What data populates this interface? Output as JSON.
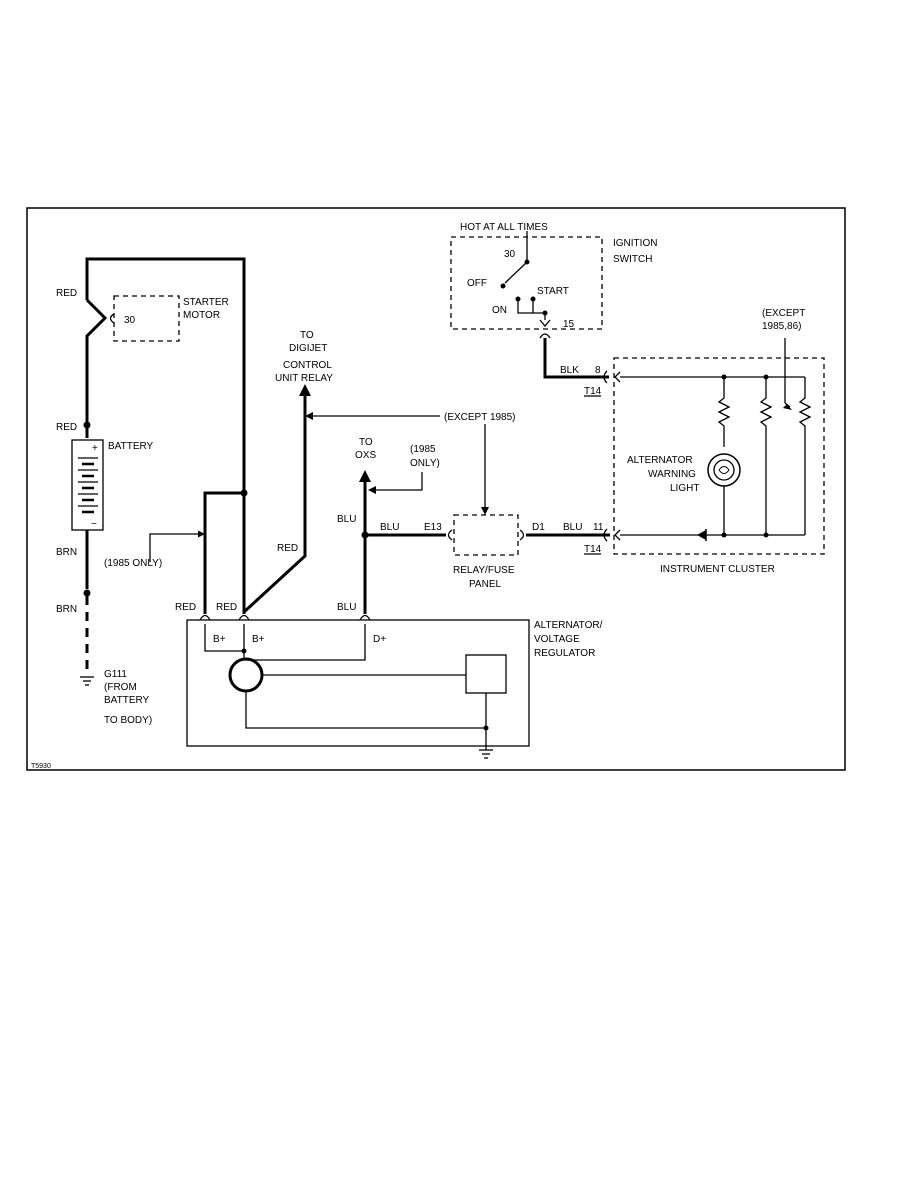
{
  "figure_id": "T5930",
  "components": {
    "starter": {
      "pin": "30",
      "label": [
        "STARTER",
        "MOTOR"
      ]
    },
    "battery": {
      "label": "BATTERY",
      "plus": "+",
      "minus": "−"
    },
    "ground": {
      "id": "G111",
      "note": [
        "(FROM",
        "BATTERY",
        "TO BODY)"
      ]
    },
    "ignition": {
      "title": "HOT AT ALL TIMES",
      "pin30": "30",
      "off": "OFF",
      "on": "ON",
      "start": "START",
      "pin15": "15",
      "label": [
        "IGNITION",
        "SWITCH"
      ]
    },
    "digijet": [
      "TO",
      "DIGIJET",
      "CONTROL",
      "UNIT RELAY"
    ],
    "oxs": [
      "TO",
      "OXS"
    ],
    "relay_panel": {
      "label": [
        "RELAY/FUSE",
        "PANEL"
      ],
      "left_pin": "E13",
      "right_pin": "D1"
    },
    "alternator": {
      "label": [
        "ALTERNATOR/",
        "VOLTAGE",
        "REGULATOR"
      ],
      "b1": "B+",
      "b2": "B+",
      "d": "D+"
    },
    "cluster": {
      "label": "INSTRUMENT CLUSTER",
      "light": [
        "ALTERNATOR",
        "WARNING",
        "LIGHT"
      ],
      "except_1985_86": [
        "(EXCEPT",
        "1985,86)"
      ],
      "conn1": "T14",
      "conn2": "T14",
      "pin8": "8",
      "pin11": "11"
    }
  },
  "notes": {
    "only_1985_a": "(1985 ONLY)",
    "only_1985_b": [
      "(1985",
      "ONLY)"
    ],
    "except_1985": "(EXCEPT 1985)"
  },
  "wire_colors": {
    "red_top": "RED",
    "red_batt": "RED",
    "brn_1": "BRN",
    "brn_2": "BRN",
    "red_alt1": "RED",
    "red_alt2": "RED",
    "red_digi": "RED",
    "blu_oxs": "BLU",
    "blu_e13": "BLU",
    "blu_alt": "BLU",
    "blu_d1": "BLU",
    "blk": "BLK"
  }
}
